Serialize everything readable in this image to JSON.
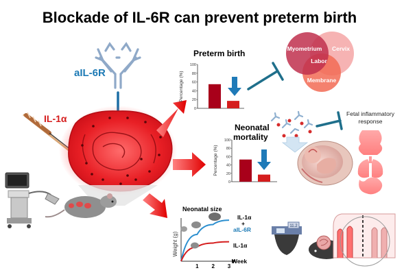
{
  "title": "Blockade of IL-6R can prevent preterm birth",
  "labels": {
    "ail6r": "aIL-6R",
    "il1a": "IL-1α",
    "fetal_inflammatory_line1": "Fetal inflammatory",
    "fetal_inflammatory_line2": "response"
  },
  "venn": {
    "myometrium": "Myometrium",
    "cervix": "Cervix",
    "labor": "Labor",
    "membrane": "Membrane"
  },
  "preterm_chart": {
    "title": "Preterm birth",
    "ylabel": "Percentage (%)",
    "ticks": [
      "0",
      "20",
      "40",
      "60",
      "80",
      "100"
    ]
  },
  "neonatal_chart": {
    "title_line1": "Neonatal",
    "title_line2": "mortality",
    "ylabel": "Percentage (%)",
    "ticks": [
      "0",
      "20",
      "40",
      "60",
      "80",
      "100"
    ]
  },
  "size_chart": {
    "title": "Neonatal size",
    "ylabel": "Weight (g)",
    "xlabel": "Week",
    "xticks": [
      "1",
      "2",
      "3"
    ],
    "series_top_line1": "IL-1α",
    "series_top_line2": "+",
    "series_top_line3": "aIL-6R",
    "series_bottom": "IL-1α"
  },
  "device_readout": "11.2",
  "chart_data": [
    {
      "type": "bar",
      "title": "Preterm birth",
      "ylabel": "Percentage (%)",
      "ylim": [
        0,
        100
      ],
      "values": [
        55,
        17
      ]
    },
    {
      "type": "bar",
      "title": "Neonatal mortality",
      "ylabel": "Percentage (%)",
      "ylim": [
        0,
        100
      ],
      "values": [
        53,
        17
      ]
    },
    {
      "type": "line",
      "title": "Neonatal size",
      "xlabel": "Week",
      "ylabel": "Weight (g)",
      "x": [
        0,
        1,
        2,
        3
      ],
      "series": [
        {
          "name": "IL-1α + aIL-6R",
          "values": [
            0,
            0.62,
            0.85,
            0.95
          ]
        },
        {
          "name": "IL-1α",
          "values": [
            0,
            0.33,
            0.42,
            0.45
          ]
        }
      ]
    }
  ],
  "colors": {
    "red": "#d51d1d",
    "dark_red": "#a8001a",
    "blue": "#1d7ab5",
    "teal": "#1f6f8b",
    "line_blue": "#2c8fcf"
  }
}
